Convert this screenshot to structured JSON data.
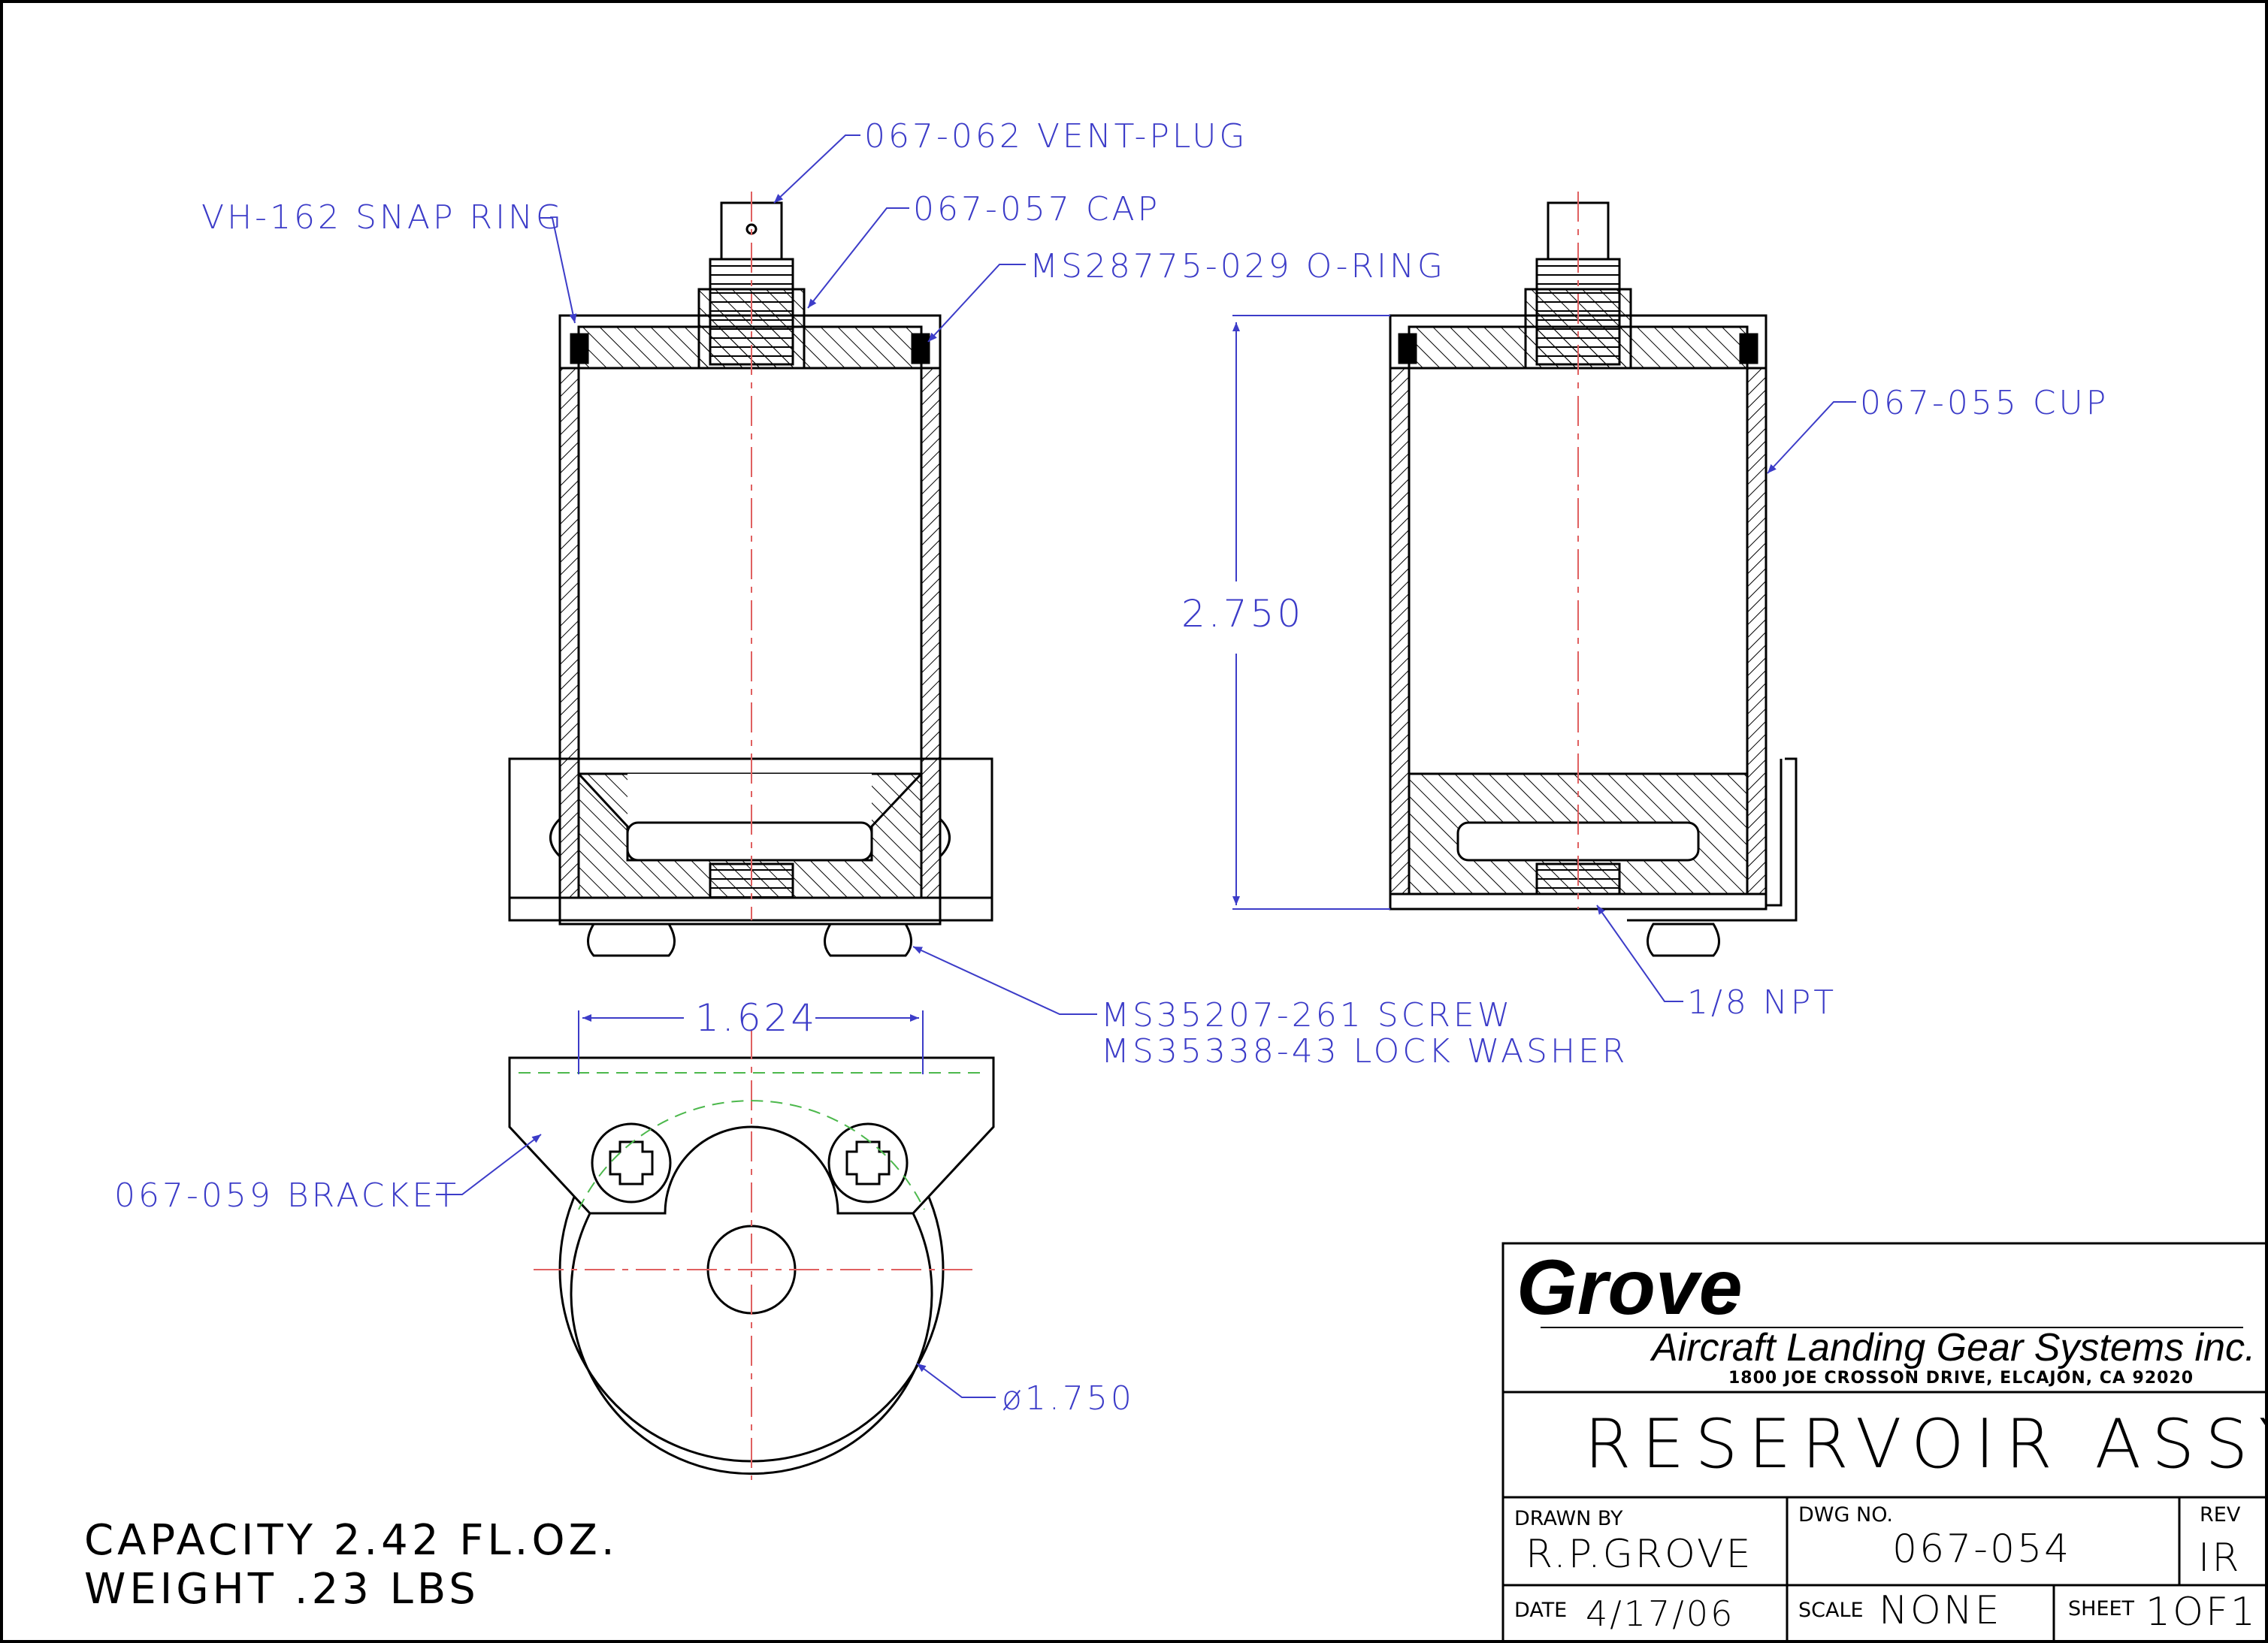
{
  "colors": {
    "outline": "#000000",
    "callout": "#3c3cc8",
    "centerline": "#e06060",
    "hidden": "#4cb84c"
  },
  "callouts": {
    "vent_plug": "067-062 VENT-PLUG",
    "snap_ring": "VH-162 SNAP RING",
    "cap": "067-057 CAP",
    "o_ring": "MS28775-029 O-RING",
    "cup": "067-055 CUP",
    "screw": "MS35207-261 SCREW",
    "lock_washer": "MS35338-43 LOCK WASHER",
    "npt": "1/8 NPT",
    "bracket": "067-059 BRACKET"
  },
  "dimensions": {
    "height": "2.750",
    "width": "1.624",
    "diameter": "ø1.750"
  },
  "notes": {
    "capacity": "CAPACITY 2.42 FL.OZ.",
    "weight": "WEIGHT .23 LBS"
  },
  "title_block": {
    "company": "Grove",
    "company_sub": "Aircraft Landing Gear Systems inc.",
    "address": "1800 JOE CROSSON DRIVE, ELCAJON, CA 92020",
    "title": "RESERVOIR ASSY",
    "drawn_by_label": "DRAWN BY",
    "drawn_by": "R.P.GROVE",
    "dwg_no_label": "DWG NO.",
    "dwg_no": "067-054",
    "rev_label": "REV",
    "rev": "IR",
    "date_label": "DATE",
    "date": "4/17/06",
    "scale_label": "SCALE",
    "scale": "NONE",
    "sheet_label": "SHEET",
    "sheet": "1OF1"
  }
}
